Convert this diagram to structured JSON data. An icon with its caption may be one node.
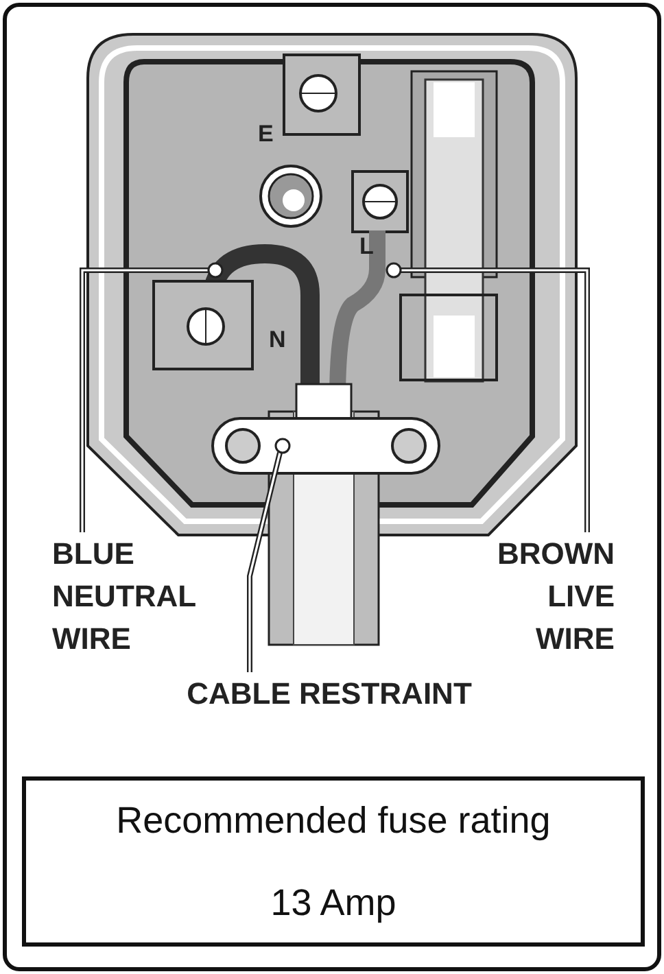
{
  "diagram": {
    "nodes": [
      {
        "text": [
          "BLUE NEUTRAL WIRE"
        ]
      },
      {
        "text": [],
        "shape": "circle"
      },
      {
        "text": [
          "BROWN LIVE WIRE"
        ]
      },
      {
        "text": [],
        "shape": "circle"
      },
      {
        "text": [
          "CABLE RESTRAINT"
        ]
      },
      {
        "text": [],
        "shape": "circle"
      },
      {
        "text": [
          "Recommended fuse rating",
          "13 Amp"
        ]
      }
    ],
    "edges": [
      {
        "from": 0,
        "to": 1,
        "arrow": "none"
      },
      {
        "from": 2,
        "to": 3,
        "arrow": "none"
      },
      {
        "from": 4,
        "to": 5,
        "arrow": "none"
      }
    ],
    "labels": [
      "E",
      "L",
      "N"
    ]
  }
}
